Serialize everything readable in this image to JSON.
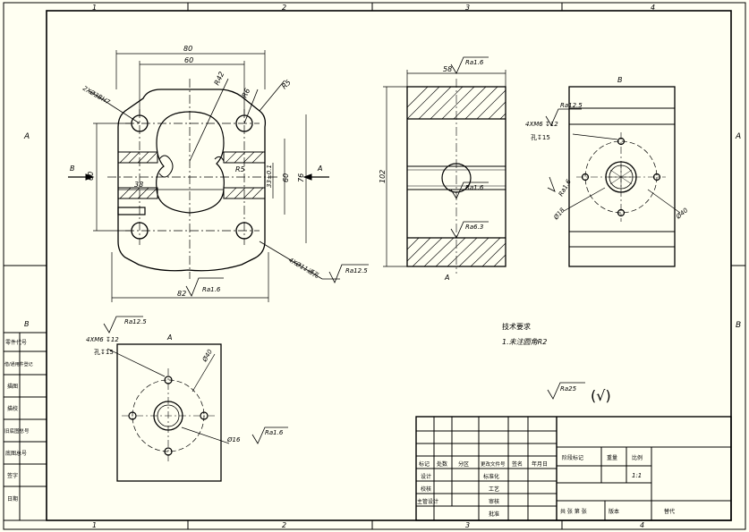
{
  "grid": {
    "columns": [
      "1",
      "2",
      "3",
      "4"
    ],
    "rows": [
      "A",
      "B"
    ]
  },
  "views": {
    "front": {
      "dims": {
        "w80": "80",
        "w60": "60",
        "w82": "82",
        "h60": "60",
        "w38": "38",
        "h33": "33±0.1",
        "h60b": "60",
        "h76": "76",
        "r42": "R42",
        "r6": "R6",
        "r5a": "R5",
        "r5b": "R5"
      },
      "callouts": {
        "holes": "2XØ3BH7",
        "threads": "4XØ11通孔",
        "ra_front": "Ra1.6",
        "ra_side": "Ra12.5"
      },
      "arrows": {
        "left": "B",
        "right": "A"
      }
    },
    "side": {
      "dims": {
        "w58": "58",
        "h102": "102"
      },
      "ra_top": "Ra1.6",
      "ra_mid": "Ra1.6",
      "ra_bot": "Ra6.3",
      "label": "A"
    },
    "viewB": {
      "label": "B",
      "ra": "Ra12.5",
      "threads": "4XM6 ↧12",
      "depth": "孔↧15",
      "ra_bore": "Ra1.6",
      "d18": "Ø18",
      "d40": "Ø40"
    },
    "viewA": {
      "label": "A",
      "ra": "Ra12.5",
      "threads": "4XM6 ↧12",
      "depth": "孔↧15",
      "d40": "Ø40",
      "d16": "Ø16",
      "ra_bore": "Ra1.6"
    }
  },
  "notes": {
    "title": "技术要求",
    "line1": "1.未注圆角R2"
  },
  "roughness": {
    "general": "Ra25",
    "paren": "(√)"
  },
  "side_panel": {
    "label": "B",
    "rows": [
      "零件代号",
      "借/通用件登记",
      "描图",
      "描校",
      "旧底图总号",
      "底图总号",
      "签字",
      "日期"
    ]
  },
  "title_block": {
    "headers": [
      "标记",
      "处数",
      "分区",
      "更改文件号",
      "签名",
      "年月日"
    ],
    "left_rows": [
      "设计",
      "校核",
      "主管设计"
    ],
    "mid_rows": [
      "标准化",
      "工艺",
      "审核",
      "批准"
    ],
    "stage": "阶段标记",
    "weight": "重量",
    "scale": "比例",
    "scale_value": "1:1",
    "sheets": "共   张   第   张",
    "version": "版本",
    "replace": "替代"
  }
}
